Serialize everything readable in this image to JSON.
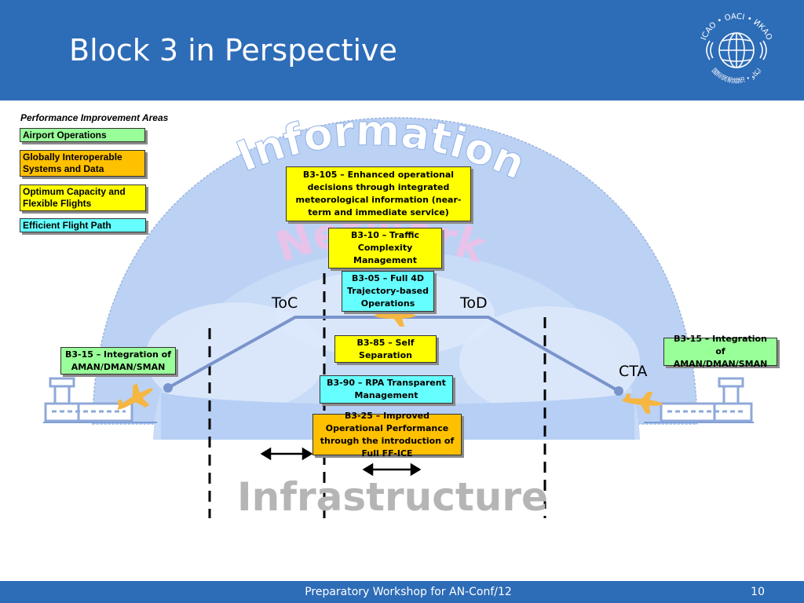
{
  "slide": {
    "title": "Block 3 in Perspective",
    "footer": "Preparatory Workshop for AN-Conf/12",
    "page_number": "10"
  },
  "logo": {
    "icon": "icao-emblem-icon",
    "text_top": "ICAO • OACI • ИКАО",
    "text_bottom": "国际民航组织 • ايكاو"
  },
  "legend": {
    "title": "Performance Improvement Areas",
    "items": [
      {
        "label": "Airport Operations",
        "color": "#99ff99"
      },
      {
        "label": "Globally Interoperable Systems and Data",
        "color": "#ffc000"
      },
      {
        "label": "Optimum Capacity and Flexible Flights",
        "color": "#ffff00"
      },
      {
        "label": "Efficient Flight Path",
        "color": "#66ffff"
      }
    ]
  },
  "diagram": {
    "arc_words": [
      "Information",
      "Network"
    ],
    "base_word": "Infrastructure",
    "labels": {
      "toc": "ToC",
      "tod": "ToD",
      "cta": "CTA"
    },
    "modules": [
      {
        "id": "b3-105",
        "text": "B3-105 – Enhanced operational decisions through integrated meteorological information (near-term and immediate service)",
        "color": "#ffff00"
      },
      {
        "id": "b3-10",
        "text": "B3-10 – Traffic Complexity Management",
        "color": "#ffff00"
      },
      {
        "id": "b3-05",
        "text": "B3-05 – Full 4D Trajectory-based Operations",
        "color": "#66ffff"
      },
      {
        "id": "b3-85",
        "text": "B3-85 – Self Separation",
        "color": "#ffff00"
      },
      {
        "id": "b3-90",
        "text": "B3-90 – RPA Transparent Management",
        "color": "#66ffff"
      },
      {
        "id": "b3-25",
        "text": "B3-25 – Improved Operational Performance through the introduction of Full FF-ICE",
        "color": "#ffc000"
      },
      {
        "id": "b3-15-left",
        "text": "B3-15 – Integration of AMAN/DMAN/SMAN",
        "color": "#99ff99"
      },
      {
        "id": "b3-15-right",
        "text": "B3-15 – Integration of AMAN/DMAN/SMAN",
        "color": "#99ff99"
      }
    ],
    "icons": [
      "control-tower-left-icon",
      "control-tower-right-icon",
      "airplane-departure-icon",
      "airplane-cruise-icon",
      "airplane-arrival-icon",
      "double-arrow-icon"
    ]
  }
}
